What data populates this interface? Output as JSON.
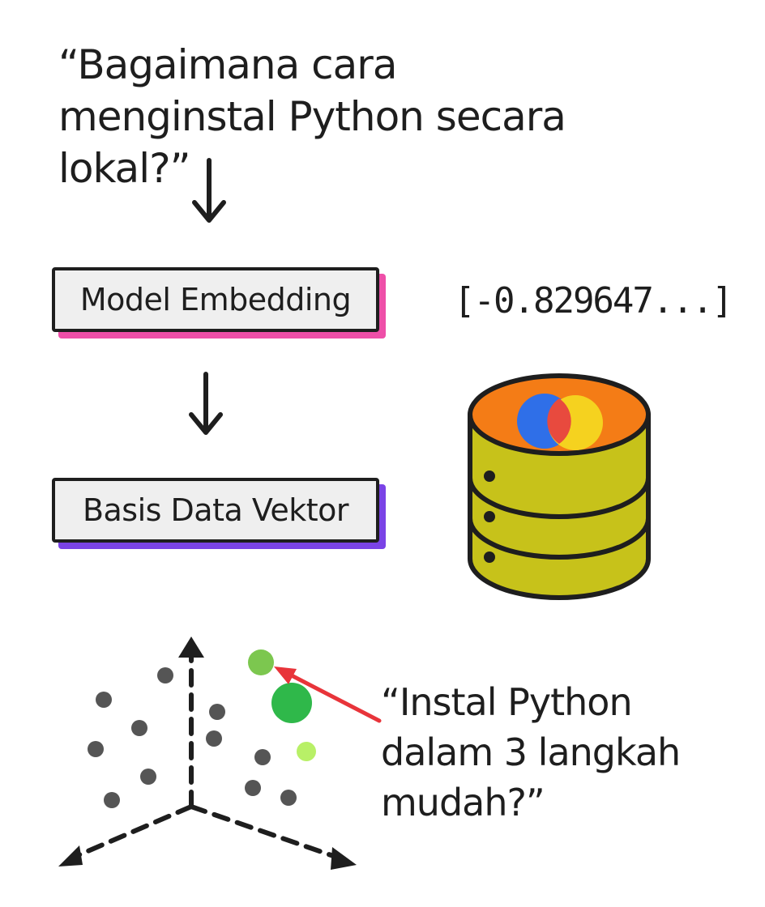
{
  "query_text": "“Bagaimana cara menginstal Python secara lokal?”",
  "steps": {
    "embedding_model": "Model Embedding",
    "vector_database": "Basis Data Vektor"
  },
  "vector_preview": "[-0.829647...]",
  "result_text": "“Instal Python dalam 3 langkah mudah?”",
  "icons": {
    "database": "database-icon",
    "logo": "overlapping-circles-logo-icon"
  },
  "colors": {
    "embedding_accent": "#ee4fa8",
    "database_accent": "#7a43e6",
    "database_top": "#f47c16",
    "database_body": "#c7c21a",
    "match_highlight": "#2fb84a",
    "pointer_arrow": "#e8343a",
    "neutral_points": "#555555"
  }
}
